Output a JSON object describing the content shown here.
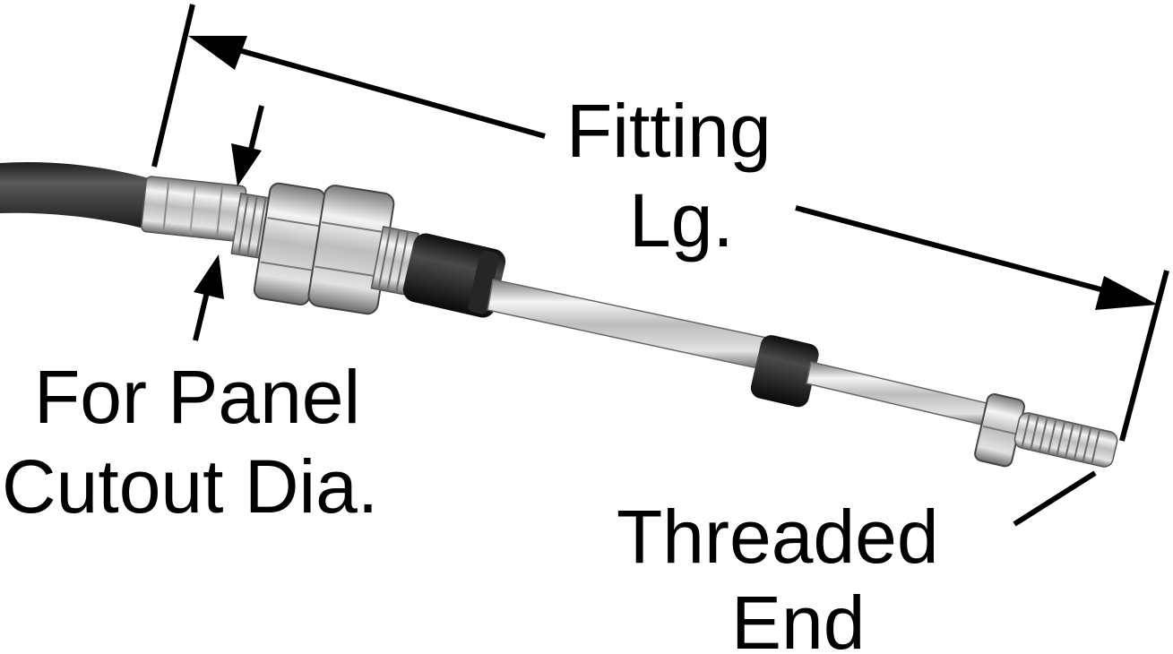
{
  "labels": {
    "fitting_line1": "Fitting",
    "fitting_line2": "Lg.",
    "panel_line1": "For Panel",
    "panel_line2": "Cutout Dia.",
    "threaded_line1": "Threaded",
    "threaded_line2": "End"
  },
  "colors": {
    "ink": "#000000",
    "background": "#ffffff",
    "sheath": "#3a3a3a",
    "metal_light": "#e8e8e8",
    "metal_mid": "#b5b5b5",
    "metal_dark": "#6e6e6e",
    "rubber": "#1c1c1c"
  }
}
